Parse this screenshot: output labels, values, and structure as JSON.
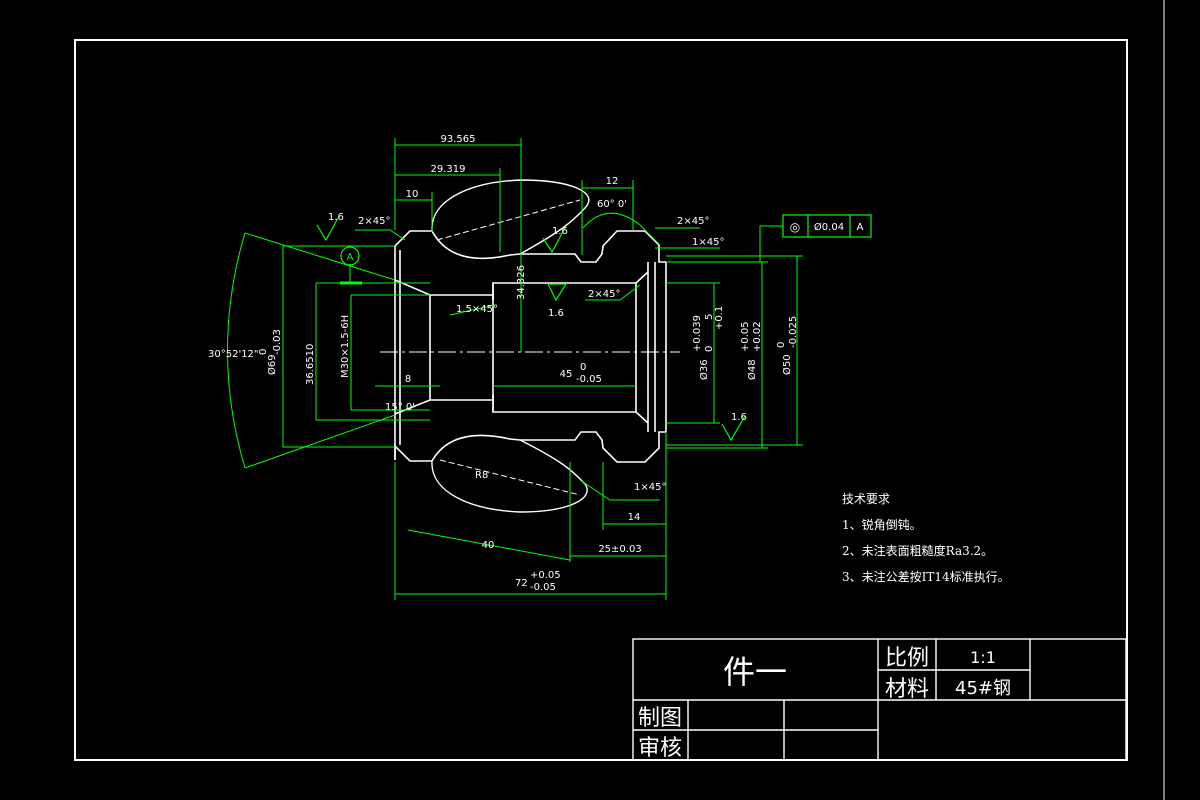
{
  "drawing": {
    "dimensions": {
      "d93": "93.565",
      "d29": "29.319",
      "d10": "10",
      "d12": "12",
      "angle60": "60° 0'",
      "ch_tl": "2×45°",
      "ch_tr": "2×45°",
      "ch_r": "1×45°",
      "ch_in": "1.5×45°",
      "ch_in2": "2×45°",
      "d34": "34.326",
      "d8": "8",
      "d45": "45",
      "d45_tol_up": "0",
      "d45_tol_lo": "-0.05",
      "thread": "M30×1.5-6H",
      "d36": "36.6510",
      "d69": "Ø69",
      "d69_tol_up": "0",
      "d69_tol_lo": "-0.03",
      "angle30": "30°52'12\"",
      "d36b": "Ø36",
      "d36b_tol": "+0.039",
      "d36b_tol2": "0",
      "d48": "Ø48",
      "d48_tol_up": "+0.05",
      "d48_tol_lo": "+0.02",
      "d50": "Ø50",
      "d50_tol_up": "0",
      "d50_tol_lo": "-0.025",
      "d14": "14",
      "d25": "25±0.03",
      "d40": "40",
      "d72": "72",
      "d72_tol_up": "+0.05",
      "d72_tol_lo": "-0.05",
      "ch_bot": "1×45°",
      "small5": "5",
      "small01": "+0.1",
      "r_small": "R8",
      "ang15": "15° 0'"
    },
    "roughness": {
      "r1": "1.6",
      "r2": "1.6",
      "r3": "1.6",
      "r4": "1.6"
    },
    "datum": {
      "label": "A"
    },
    "tolerance_frame": {
      "symbol": "◎",
      "value": "Ø0.04",
      "datum": "A"
    }
  },
  "notes": {
    "title": "技术要求",
    "items": [
      "1、锐角倒钝。",
      "2、未注表面粗糙度Ra3.2。",
      "3、未注公差按IT14标准执行。"
    ]
  },
  "title_block": {
    "part_name": "件一",
    "scale_label": "比例",
    "scale_value": "1:1",
    "material_label": "材料",
    "material_value": "45#钢",
    "drawn_label": "制图",
    "checked_label": "审核"
  },
  "colors": {
    "background": "#000000",
    "geometry": "#ffffff",
    "dimension": "#00ff00"
  }
}
